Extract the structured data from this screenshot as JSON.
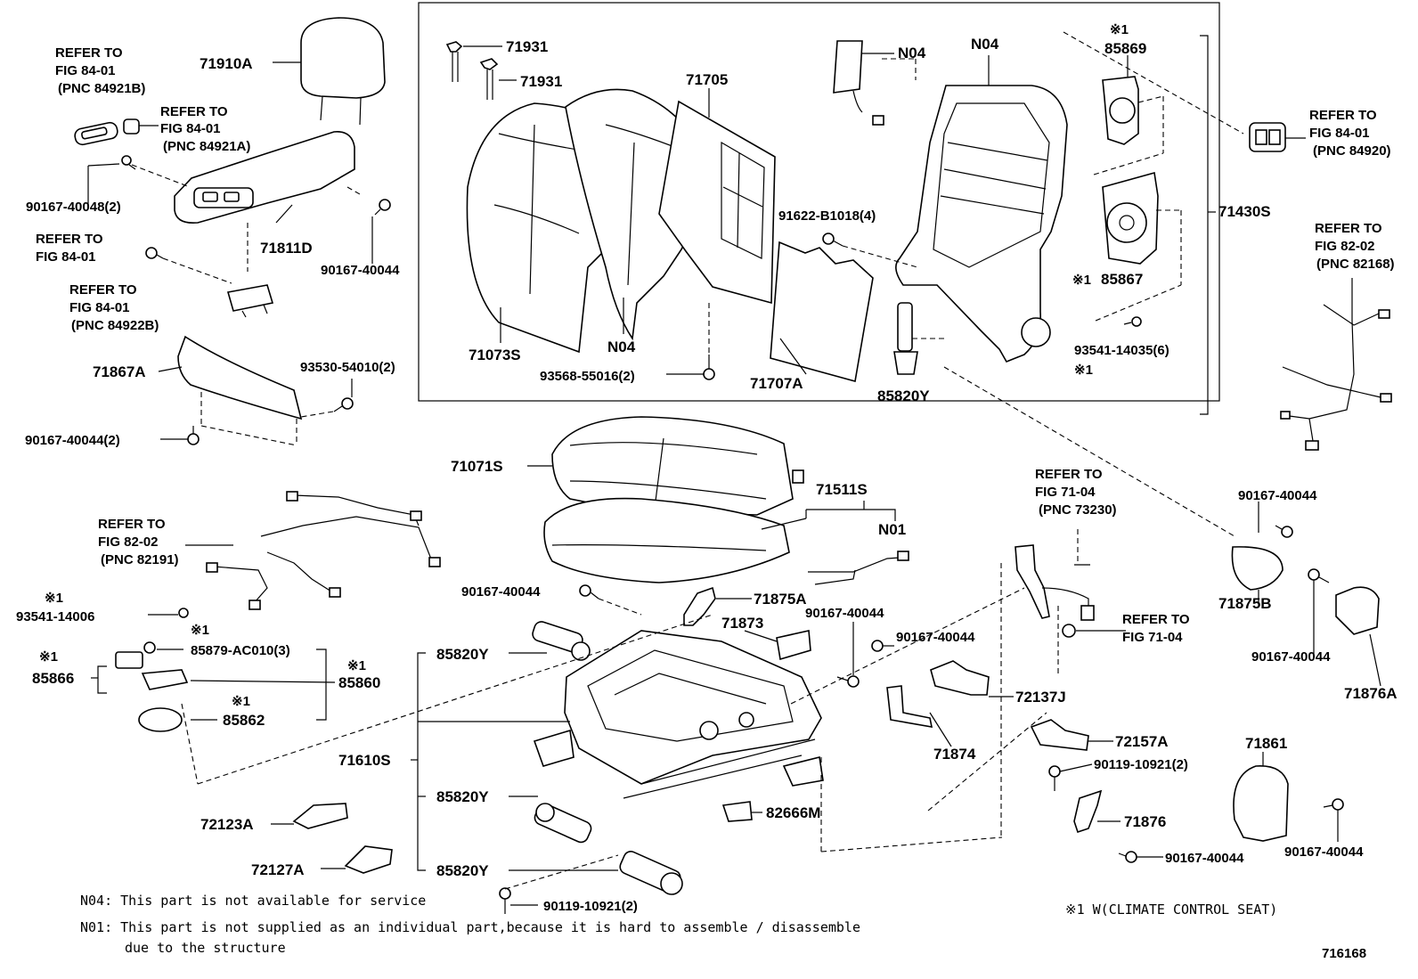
{
  "callouts": {
    "c71910A": "71910A",
    "c71811D": "71811D",
    "c71867A": "71867A",
    "c90167_40048_2": "90167-40048(2)",
    "c90167_40044_a": "90167-40044",
    "c93530_54010_2": "93530-54010(2)",
    "c90167_40044_2": "90167-40044(2)",
    "c71931_a": "71931",
    "c71931_b": "71931",
    "c71705": "71705",
    "c71073S": "71073S",
    "cN04_a": "N04",
    "cN04_b": "N04",
    "cN04_c": "N04",
    "c93568_55016_2": "93568-55016(2)",
    "c71707A": "71707A",
    "c91622_B1018_4": "91622-B1018(4)",
    "c85820Y_top": "85820Y",
    "c85869": "85869",
    "c85867": "85867",
    "c93541_14035_6": "93541-14035(6)",
    "c71430S": "71430S",
    "c71071S": "71071S",
    "c71511S": "71511S",
    "cN01": "N01",
    "c90167_40044_seat": "90167-40044",
    "c71875A": "71875A",
    "c71873": "71873",
    "c90167_40044_m1": "90167-40044",
    "c90167_40044_m2": "90167-40044",
    "c72137J": "72137J",
    "c71874": "71874",
    "c72157A": "72157A",
    "c90119_10921_2a": "90119-10921(2)",
    "c71876": "71876",
    "c90167_40044_b1": "90167-40044",
    "c71861": "71861",
    "c90167_40044_b2": "90167-40044",
    "c90167_40044_r1": "90167-40044",
    "c71875B": "71875B",
    "c90167_40044_r2": "90167-40044",
    "c71876A": "71876A",
    "c85820Y_1": "85820Y",
    "c71610S": "71610S",
    "c85820Y_2": "85820Y",
    "c85820Y_3": "85820Y",
    "c82666M": "82666M",
    "c72123A": "72123A",
    "c72127A": "72127A",
    "c90119_10921_2b": "90119-10921(2)",
    "c93541_14006": "93541-14006",
    "c85879_AC010_3": "85879-AC010(3)",
    "c85866": "85866",
    "c85860": "85860",
    "c85862": "85862",
    "mark": "※1"
  },
  "refs": {
    "r1": [
      "REFER TO",
      "FIG 84-01",
      "(PNC 84921B)"
    ],
    "r2": [
      "REFER TO",
      "FIG 84-01",
      "(PNC 84921A)"
    ],
    "r3": [
      "REFER TO",
      "FIG 84-01"
    ],
    "r4": [
      "REFER TO",
      "FIG 84-01",
      "(PNC 84922B)"
    ],
    "r5": [
      "REFER TO",
      "FIG 84-01",
      "(PNC 84920)"
    ],
    "r6": [
      "REFER TO",
      "FIG 82-02",
      "(PNC 82168)"
    ],
    "r7": [
      "REFER TO",
      "FIG  82-02",
      "(PNC 82191)"
    ],
    "r8": [
      "REFER TO",
      "FIG 71-04",
      "(PNC 73230)"
    ],
    "r9": [
      "REFER TO",
      "FIG 71-04"
    ]
  },
  "notes": {
    "n04": "N04: This part is not available for service",
    "n01_line1": "N01: This part is not supplied as an individual part,because  it is hard to assemble / disassemble",
    "n01_line2": "due to the structure",
    "climate": "※1 W(CLIMATE CONTROL SEAT)",
    "figure_id": "716168"
  }
}
